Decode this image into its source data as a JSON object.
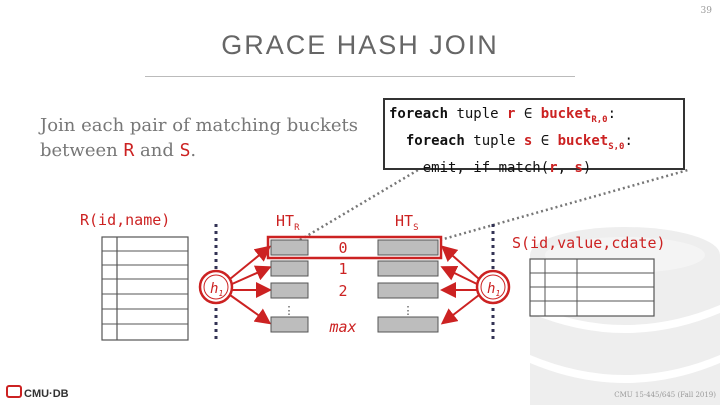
{
  "slide": {
    "number": "39",
    "title": "GRACE HASH JOIN",
    "desc_parts": [
      "Join each pair of matching buckets",
      "between ",
      "R",
      " and ",
      "S",
      "."
    ],
    "code": {
      "l1_kw": "foreach",
      "l1_mid": " tuple ",
      "l1_var": "r",
      "l1_in": " ∈ ",
      "l1_bucket": "bucket",
      "l1_sub": "R,0",
      "l1_end": ":",
      "l2_kw": "foreach",
      "l2_mid": " tuple ",
      "l2_var": "s",
      "l2_in": " ∈ ",
      "l2_bucket": "bucket",
      "l2_sub": "S,0",
      "l2_end": ":",
      "l3_a": "emit, if match(",
      "l3_r": "r",
      "l3_b": ", ",
      "l3_s": "s",
      "l3_c": ")"
    },
    "labels": {
      "r_table": "R(id,name)",
      "s_table": "S(id,value,cdate)",
      "ht_r": "HT",
      "ht_r_sub": "R",
      "ht_s": "HT",
      "ht_s_sub": "S",
      "hash_left": "h",
      "hash_left_sub": "1",
      "hash_right": "h",
      "hash_right_sub": "1",
      "bucket_0": "0",
      "bucket_1": "1",
      "bucket_2": "2",
      "bucket_dots": "⋮",
      "bucket_max": "max"
    },
    "footer": {
      "logo": "CMU·DB",
      "course": "CMU 15-445/645 (Fall 2019)"
    },
    "colors": {
      "accent": "#cc2222",
      "gray_fill": "#bdbdbd",
      "text": "#666666"
    }
  }
}
